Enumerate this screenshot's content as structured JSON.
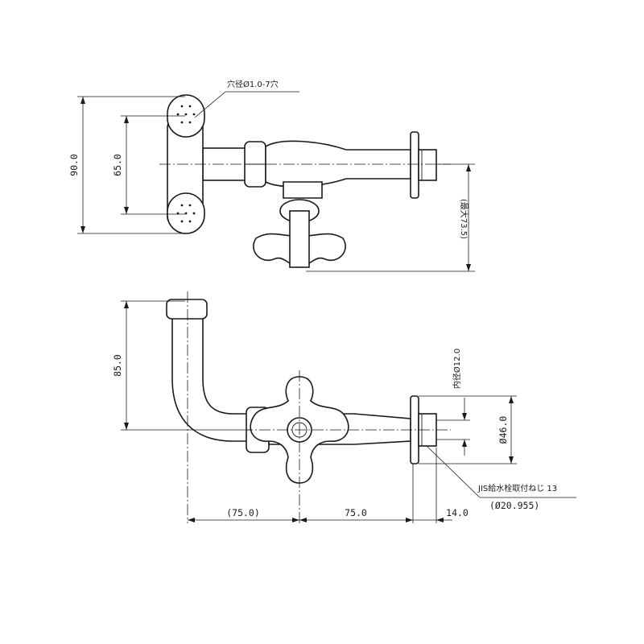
{
  "labels": {
    "hole_diameter": "穴径Ø1.0-7穴",
    "dim_height_total": "90.0",
    "dim_nozzle_pitch": "65.0",
    "dim_max_height": "(最大73.5)",
    "dim_riser": "85.0",
    "dim_inner_diameter": "内径Ø12.0",
    "dim_flange_diameter": "Ø46.0",
    "dim_left_span": "(75.0)",
    "dim_right_span": "75.0",
    "dim_thread_length": "14.0",
    "thread_spec": "JIS給水栓取付ねじ 13",
    "thread_diameter": "(Ø20.955)"
  }
}
